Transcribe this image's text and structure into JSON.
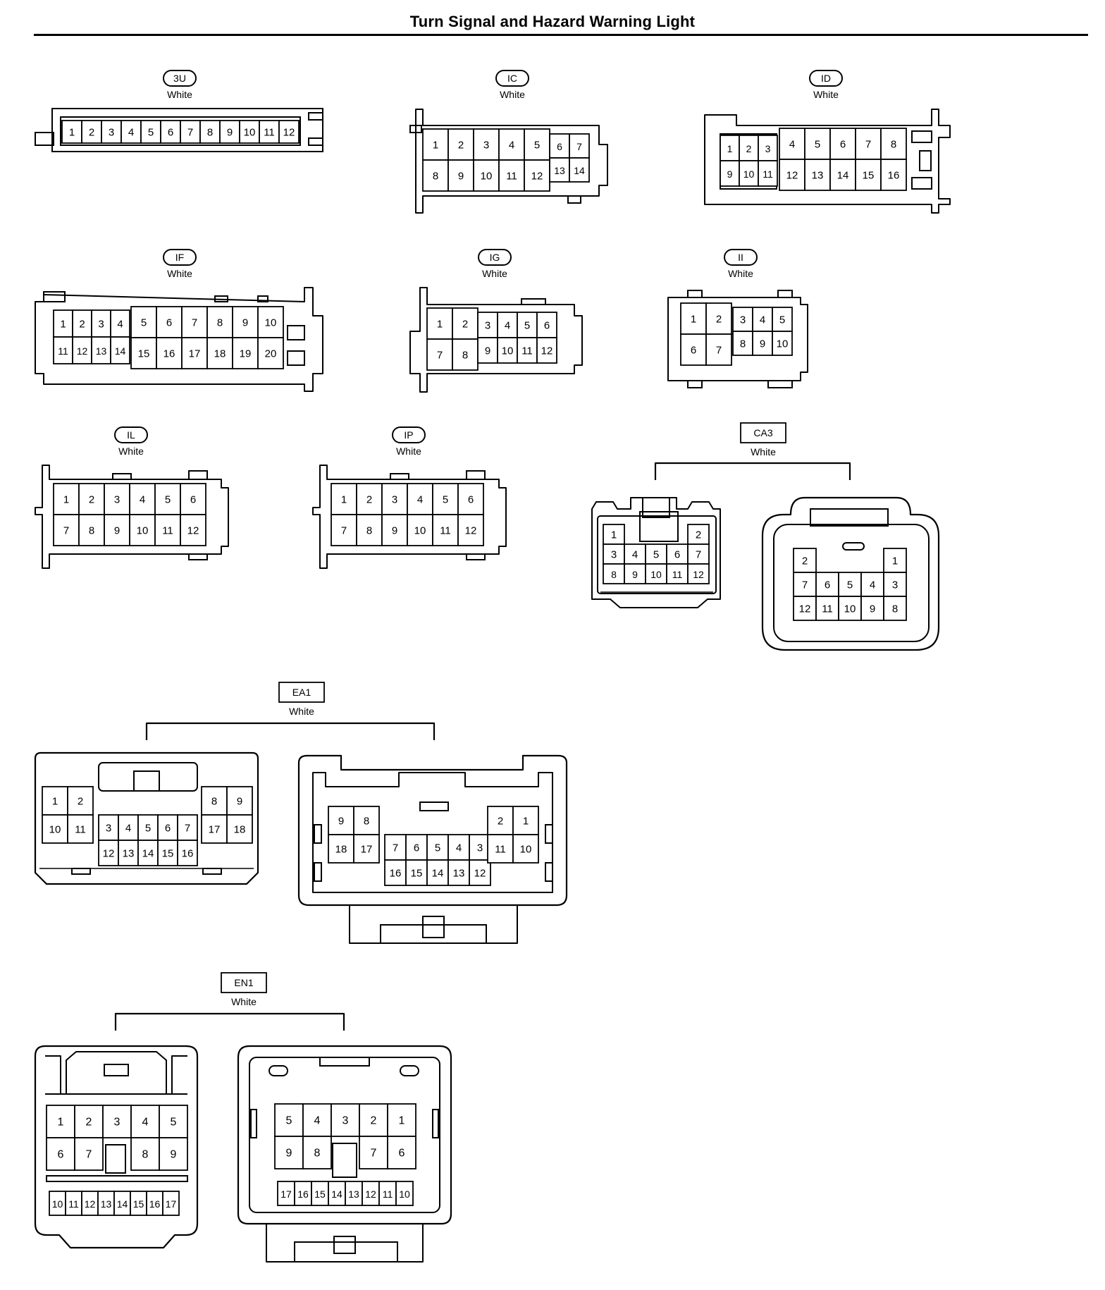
{
  "page": {
    "title": "Turn Signal and Hazard Warning Light"
  },
  "colors": {
    "line": "#000000",
    "background": "#ffffff"
  },
  "connectors": [
    {
      "id": "3U",
      "label_style": "pill",
      "color": "White",
      "rows": [
        [
          "1",
          "2",
          "3",
          "4",
          "5",
          "6",
          "7",
          "8",
          "9",
          "10",
          "11",
          "12"
        ]
      ]
    },
    {
      "id": "IC",
      "label_style": "pill",
      "color": "White",
      "rows": [
        [
          "1",
          "2",
          "3",
          "4",
          "5",
          "6",
          "7"
        ],
        [
          "8",
          "9",
          "10",
          "11",
          "12",
          "13",
          "14"
        ]
      ]
    },
    {
      "id": "ID",
      "label_style": "pill",
      "color": "White",
      "rows": [
        [
          "1",
          "2",
          "3",
          "4",
          "5",
          "6",
          "7",
          "8"
        ],
        [
          "9",
          "10",
          "11",
          "12",
          "13",
          "14",
          "15",
          "16"
        ]
      ]
    },
    {
      "id": "IF",
      "label_style": "pill",
      "color": "White",
      "rows": [
        [
          "1",
          "2",
          "3",
          "4",
          "5",
          "6",
          "7",
          "8",
          "9",
          "10"
        ],
        [
          "11",
          "12",
          "13",
          "14",
          "15",
          "16",
          "17",
          "18",
          "19",
          "20"
        ]
      ]
    },
    {
      "id": "IG",
      "label_style": "pill",
      "color": "White",
      "rows": [
        [
          "1",
          "2",
          "3",
          "4",
          "5",
          "6"
        ],
        [
          "7",
          "8",
          "9",
          "10",
          "11",
          "12"
        ]
      ]
    },
    {
      "id": "II",
      "label_style": "pill",
      "color": "White",
      "rows": [
        [
          "1",
          "2",
          "3",
          "4",
          "5"
        ],
        [
          "6",
          "7",
          "8",
          "9",
          "10"
        ]
      ]
    },
    {
      "id": "IL",
      "label_style": "pill",
      "color": "White",
      "rows": [
        [
          "1",
          "2",
          "3",
          "4",
          "5",
          "6"
        ],
        [
          "7",
          "8",
          "9",
          "10",
          "11",
          "12"
        ]
      ]
    },
    {
      "id": "IP",
      "label_style": "pill",
      "color": "White",
      "rows": [
        [
          "1",
          "2",
          "3",
          "4",
          "5",
          "6"
        ],
        [
          "7",
          "8",
          "9",
          "10",
          "11",
          "12"
        ]
      ]
    },
    {
      "id": "CA3",
      "label_style": "box",
      "color": "White",
      "left_rows": [
        [
          "1",
          "2"
        ],
        [
          "3",
          "4",
          "5",
          "6",
          "7"
        ],
        [
          "8",
          "9",
          "10",
          "11",
          "12"
        ]
      ],
      "right_rows": [
        [
          "2",
          "1"
        ],
        [
          "7",
          "6",
          "5",
          "4",
          "3"
        ],
        [
          "12",
          "11",
          "10",
          "9",
          "8"
        ]
      ]
    },
    {
      "id": "EA1",
      "label_style": "box",
      "color": "White",
      "left": {
        "block_a": [
          [
            "1",
            "2"
          ],
          [
            "10",
            "11"
          ]
        ],
        "block_b": [
          [
            "3",
            "4",
            "5",
            "6",
            "7"
          ],
          [
            "12",
            "13",
            "14",
            "15",
            "16"
          ]
        ],
        "block_c": [
          [
            "8",
            "9"
          ],
          [
            "17",
            "18"
          ]
        ]
      },
      "right": {
        "block_a": [
          [
            "9",
            "8"
          ],
          [
            "18",
            "17"
          ]
        ],
        "block_b": [
          [
            "7",
            "6",
            "5",
            "4",
            "3"
          ],
          [
            "16",
            "15",
            "14",
            "13",
            "12"
          ]
        ],
        "block_c": [
          [
            "2",
            "1"
          ],
          [
            "11",
            "10"
          ]
        ]
      }
    },
    {
      "id": "EN1",
      "label_style": "box",
      "color": "White",
      "left": {
        "top_rows": [
          [
            "1",
            "2",
            "3",
            "4",
            "5"
          ],
          [
            "6",
            "7",
            "",
            "8",
            "9"
          ]
        ],
        "bottom_row": [
          "10",
          "11",
          "12",
          "13",
          "14",
          "15",
          "16",
          "17"
        ]
      },
      "right": {
        "top_rows": [
          [
            "5",
            "4",
            "3",
            "2",
            "1"
          ],
          [
            "9",
            "8",
            "",
            "7",
            "6"
          ]
        ],
        "bottom_row": [
          "17",
          "16",
          "15",
          "14",
          "13",
          "12",
          "11",
          "10"
        ]
      }
    }
  ]
}
